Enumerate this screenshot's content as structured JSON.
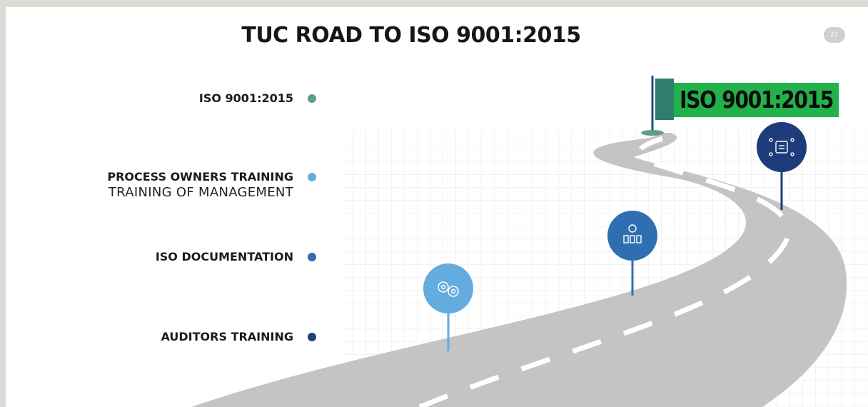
{
  "slide": {
    "title": "TUC ROAD TO ISO 9001:2015",
    "page_number": "21"
  },
  "stages": [
    {
      "label": "ISO 9001:2015",
      "color": "#5aa08c"
    },
    {
      "label": "PROCESS OWNERS TRAINING",
      "sublabel": "TRAINING OF MANAGEMENT",
      "color": "#62aee0"
    },
    {
      "label": "ISO DOCUMENTATION",
      "color": "#2f6fb1"
    },
    {
      "label": "AUDITORS TRAINING",
      "color": "#1f3f7a"
    }
  ],
  "destination_flag": {
    "label": "ISO 9001:2015",
    "color": "#22b24c"
  },
  "road_markers": [
    {
      "icon": "team-gears-icon",
      "color": "#64abe0"
    },
    {
      "icon": "people-dollar-icon",
      "color": "#2f6fb1"
    },
    {
      "icon": "network-document-icon",
      "color": "#1e3c7c"
    }
  ]
}
